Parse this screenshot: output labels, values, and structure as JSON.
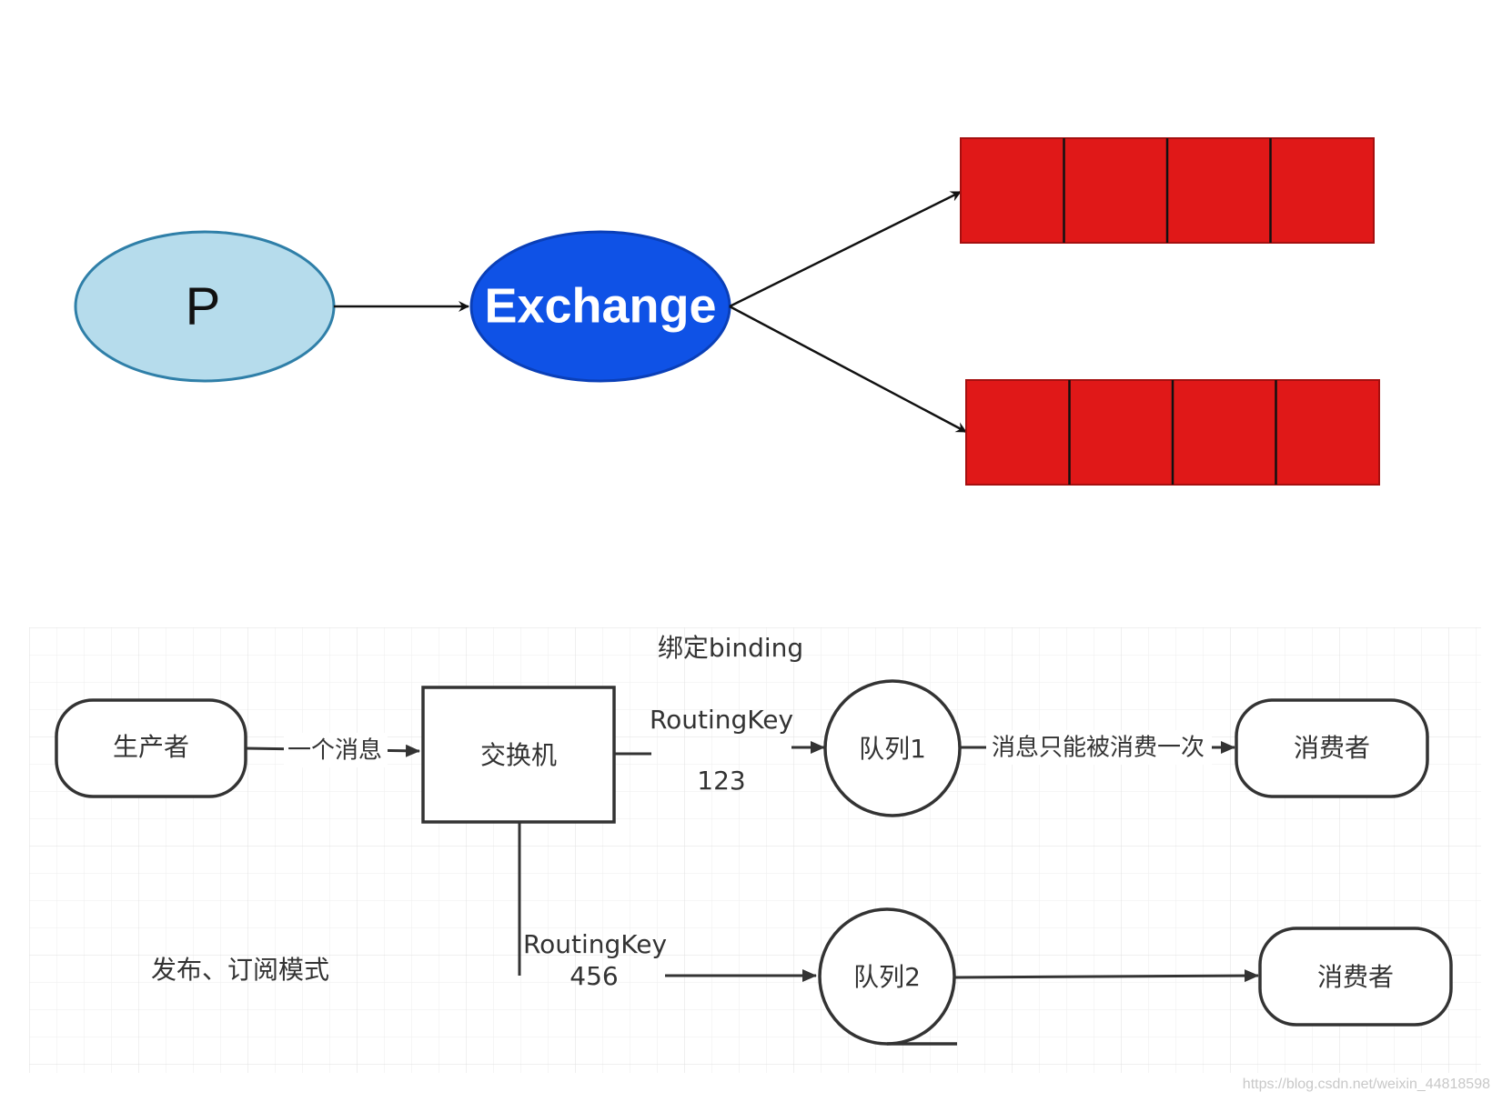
{
  "top_diagram": {
    "producer": {
      "label": "P"
    },
    "exchange": {
      "label": "Exchange"
    },
    "queues": [
      {
        "slots": 4
      },
      {
        "slots": 4
      }
    ],
    "colors": {
      "producer_fill": "#b6dcec",
      "producer_stroke": "#2f7fa8",
      "exchange_fill": "#0f52e6",
      "exchange_stroke": "#0a3fb8",
      "queue_fill": "#e01818",
      "queue_stroke": "#a50f0f",
      "arrow": "#111111"
    }
  },
  "bottom_diagram": {
    "binding_label": "绑定binding",
    "producer": {
      "label": "生产者"
    },
    "message_label": "一个消息",
    "exchange": {
      "label": "交换机"
    },
    "route1": {
      "key_label": "RoutingKey",
      "key_value": "123"
    },
    "queue1": {
      "label": "队列1"
    },
    "consume_once_label": "消息只能被消费一次",
    "consumer1": {
      "label": "消费者"
    },
    "route2": {
      "key_label": "RoutingKey",
      "key_value": "456"
    },
    "queue2": {
      "label": "队列2"
    },
    "consumer2": {
      "label": "消费者"
    },
    "mode_label": "发布、订阅模式",
    "colors": {
      "stroke": "#333333",
      "grid": "#e9e9e9",
      "label_bg": "#ffffff"
    }
  },
  "watermark": "https://blog.csdn.net/weixin_44818598"
}
